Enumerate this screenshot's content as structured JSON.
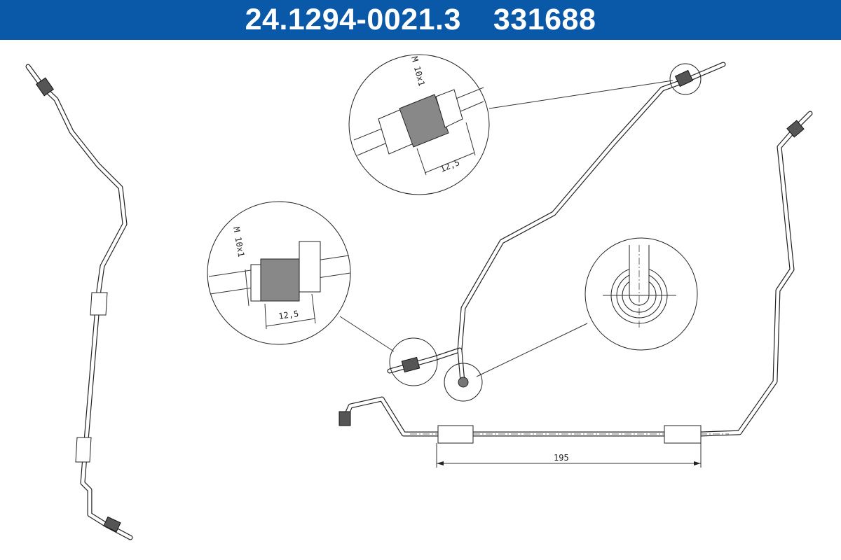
{
  "header": {
    "part_number": "24.1294-0021.3",
    "article_number": "331688",
    "background_color": "#0a58a8"
  },
  "drawing": {
    "thread_label_top": "M 10x1",
    "thread_length_top": "12,5",
    "thread_label_left": "M 10x1",
    "thread_length_left": "12,5",
    "sleeve_distance": "195"
  }
}
